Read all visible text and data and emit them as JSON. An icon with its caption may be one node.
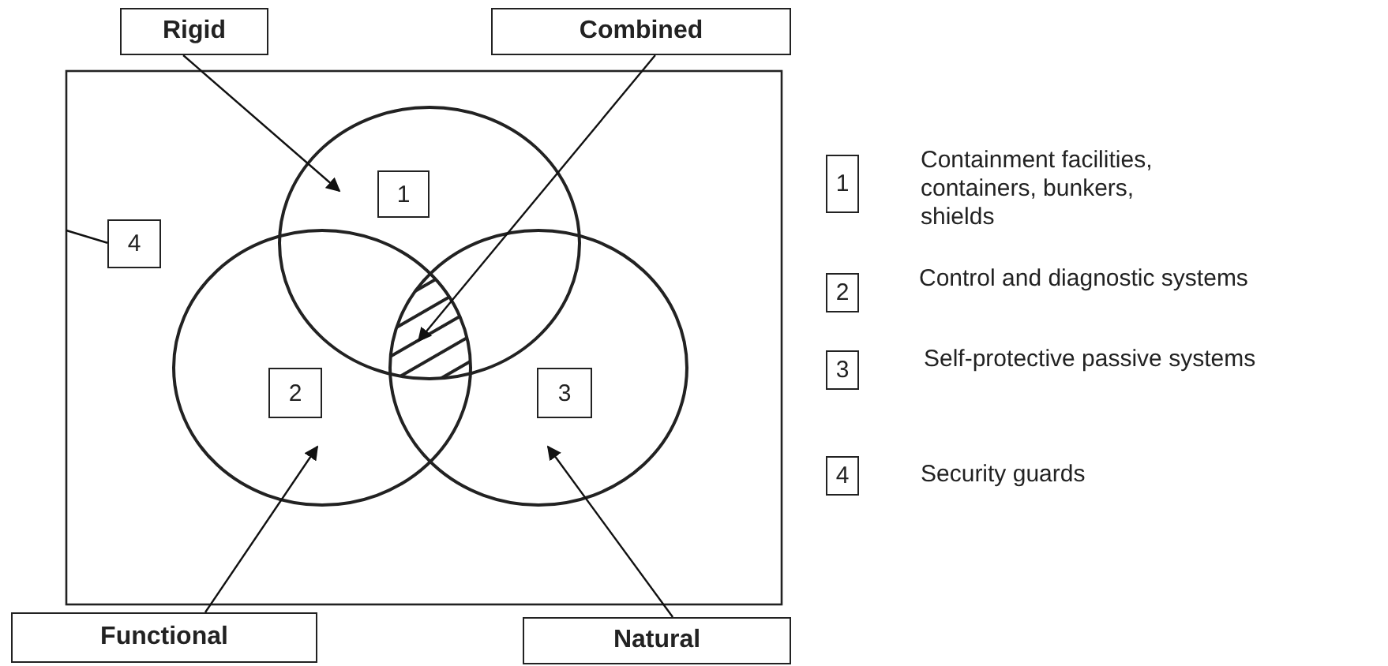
{
  "diagram": {
    "nodes": [
      {
        "text": [
          "Rigid"
        ]
      },
      {
        "text": [
          "Combined"
        ]
      },
      {
        "text": [],
        "shape": "box"
      },
      {
        "text": [],
        "shape": "circle",
        "in": 2
      },
      {
        "text": [
          "1"
        ],
        "in": 3
      },
      {
        "text": [
          "4"
        ],
        "in": 2
      },
      {
        "text": [],
        "shape": "lens"
      },
      {
        "text": [],
        "shape": "circle",
        "in": 2
      },
      {
        "text": [
          "2"
        ],
        "in": 7
      },
      {
        "text": [],
        "shape": "circle",
        "in": 2
      },
      {
        "text": [
          "3"
        ],
        "in": 9
      },
      {
        "text": [
          "Functional"
        ]
      },
      {
        "text": [
          "Natural"
        ]
      },
      {
        "text": [
          "1"
        ],
        "beside": [
          "Containment facilities, containers, bunkers, shields"
        ]
      },
      {
        "text": [
          "2"
        ],
        "beside": [
          "Control and diagnostic systems"
        ]
      },
      {
        "text": [
          "3"
        ],
        "beside": [
          "Self-protective passive systems"
        ]
      },
      {
        "text": [
          "4"
        ],
        "beside": [
          "Security guards"
        ]
      }
    ],
    "edges": [
      {
        "from": 0,
        "to": 4,
        "arrow": "to"
      },
      {
        "from": 1,
        "to": 6,
        "arrow": "to"
      },
      {
        "from": 5,
        "to": 2,
        "arrow": "none"
      },
      {
        "from": 11,
        "to": 8,
        "arrow": "to"
      },
      {
        "from": 12,
        "to": 10,
        "arrow": "to"
      }
    ]
  }
}
